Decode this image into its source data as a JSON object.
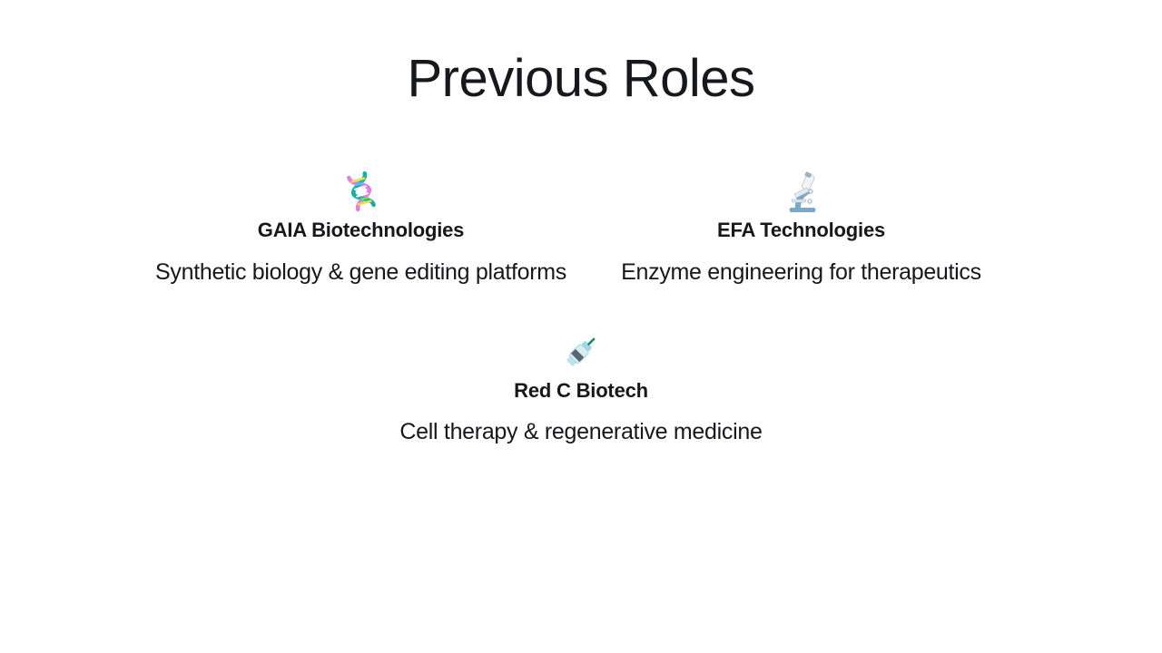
{
  "slide": {
    "title": "Previous Roles",
    "background_color": "#ffffff",
    "text_color": "#16181d"
  },
  "roles": [
    {
      "icon": "dna-icon",
      "icon_glyph": "🧬",
      "name": "GAIA Biotechnologies",
      "description": "Synthetic biology & gene editing platforms"
    },
    {
      "icon": "microscope-icon",
      "icon_glyph": "🔬",
      "name": "EFA Technologies",
      "description": "Enzyme engineering for therapeutics"
    },
    {
      "icon": "syringe-icon",
      "icon_glyph": "💉",
      "name": "Red C Biotech",
      "description": "Cell therapy & regenerative medicine"
    }
  ]
}
